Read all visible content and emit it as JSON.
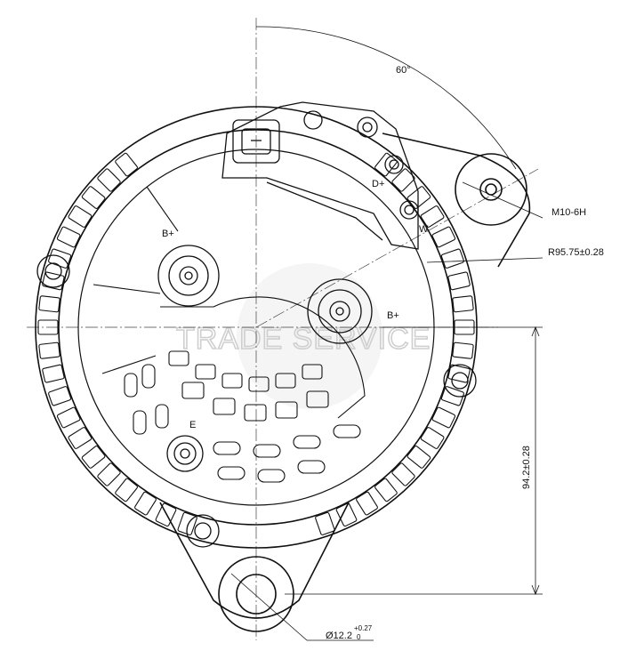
{
  "watermark": "TRADE SERVICE",
  "annotations": {
    "angle": "60°",
    "thread": "M10-6H",
    "radius": "R95.75±0.28",
    "height": "94.2±0.28",
    "diameter_main": "Ø12.2",
    "diameter_tol_upper": "+0.27",
    "diameter_tol_lower": "0"
  },
  "terminals": {
    "d_plus": "D+",
    "w": "W",
    "b_plus_left": "B+",
    "b_plus_right": "B+",
    "e": "E"
  }
}
